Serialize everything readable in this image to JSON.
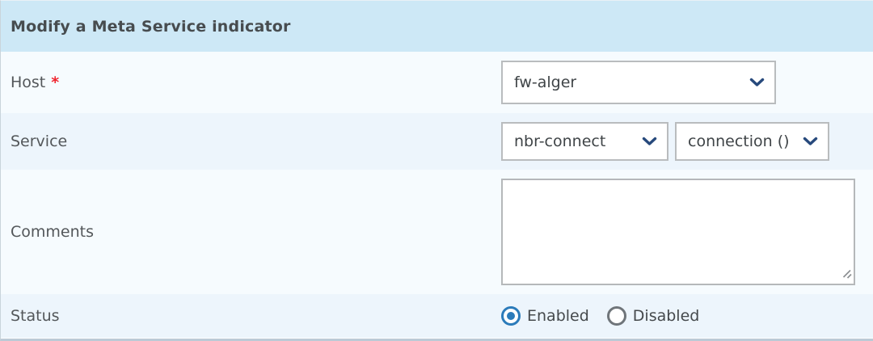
{
  "header": {
    "title": "Modify a Meta Service indicator"
  },
  "form": {
    "host": {
      "label": "Host",
      "required_marker": "*",
      "value": "fw-alger"
    },
    "service": {
      "label": "Service",
      "service_value": "nbr-connect",
      "metric_value": "connection ()"
    },
    "comments": {
      "label": "Comments",
      "value": ""
    },
    "status": {
      "label": "Status",
      "options": [
        {
          "label": "Enabled",
          "selected": true
        },
        {
          "label": "Disabled",
          "selected": false
        }
      ]
    }
  },
  "icons": {
    "select_chevron": "chevron-down-icon",
    "textarea_resize": "resize-grip-icon"
  },
  "colors": {
    "header_background": "#cde8f6",
    "row_light": "#f6fbfe",
    "row_tint": "#edf5fc",
    "panel_border_bottom": "#bccad6",
    "title_text": "#474c4f",
    "label_text": "#53575a",
    "required_red": "#f0242f",
    "select_border": "#b9bcbe",
    "select_text": "#3f4447",
    "chevron_blue": "#27497c",
    "radio_selected_blue": "#2b7bba",
    "radio_unselected_gray": "#6f757a"
  }
}
